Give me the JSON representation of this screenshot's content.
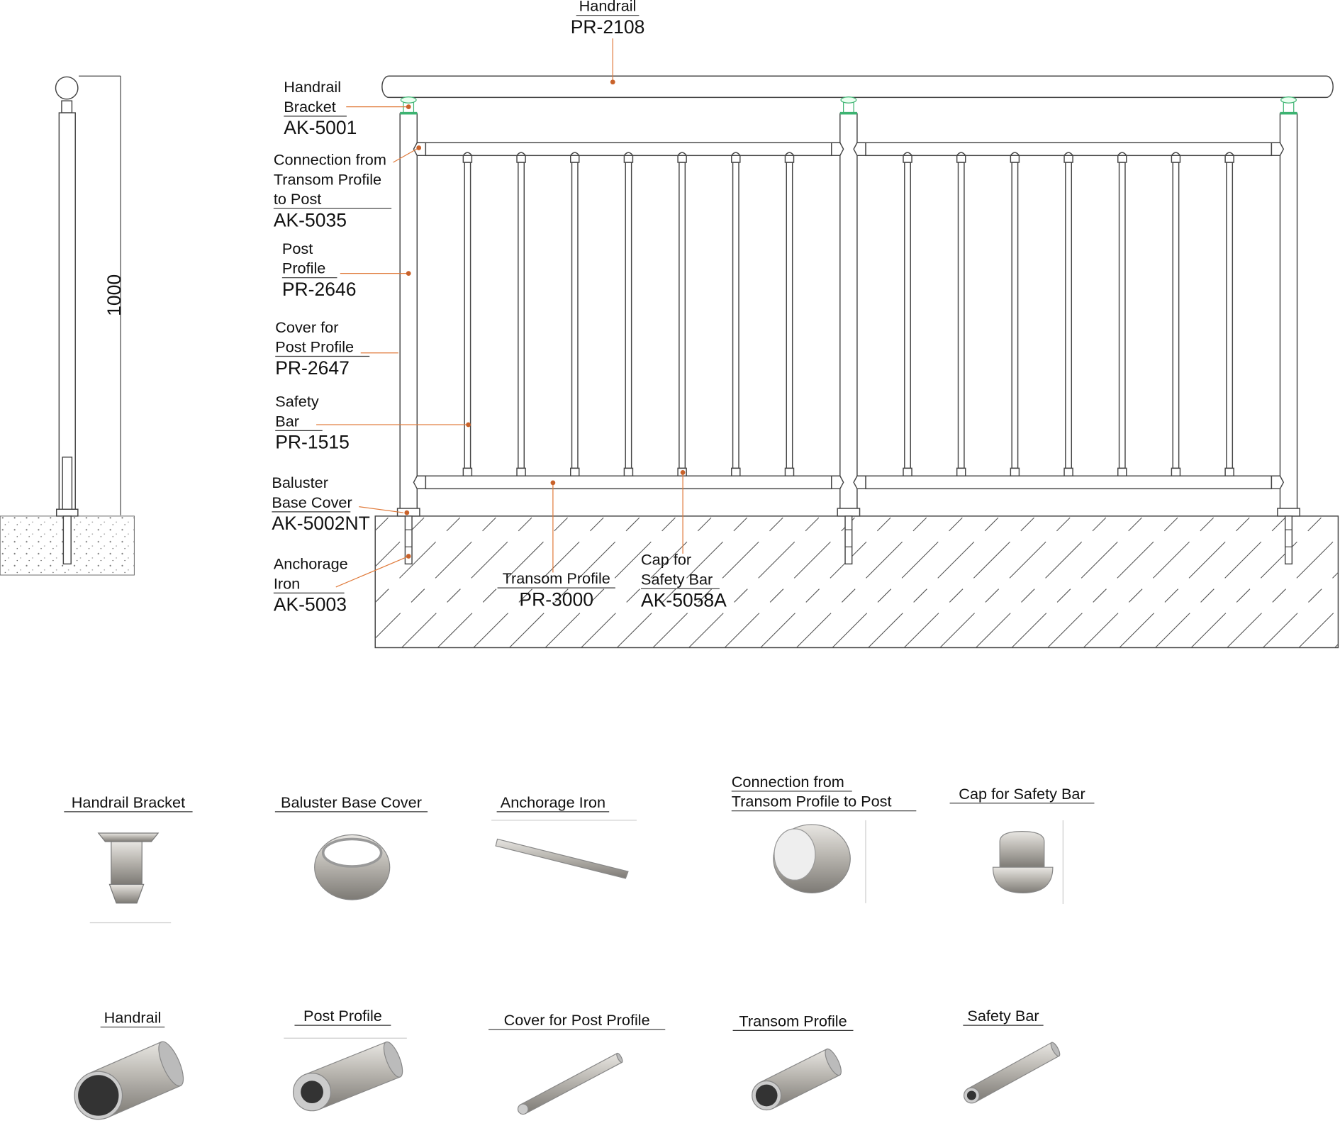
{
  "callouts": {
    "handrail": {
      "name": [
        "Handrail"
      ],
      "code": "PR-2108"
    },
    "bracket": {
      "name": [
        "Handrail",
        "Bracket"
      ],
      "code": "AK-5001"
    },
    "connection": {
      "name": [
        "Connection from",
        "Transom Profile",
        "to Post"
      ],
      "code": "AK-5035"
    },
    "post": {
      "name": [
        "Post",
        "Profile"
      ],
      "code": "PR-2646"
    },
    "cover": {
      "name": [
        "Cover for",
        "Post Profile"
      ],
      "code": "PR-2647"
    },
    "safety": {
      "name": [
        "Safety",
        "Bar"
      ],
      "code": "PR-1515"
    },
    "base": {
      "name": [
        "Baluster",
        "Base Cover"
      ],
      "code": "AK-5002NT"
    },
    "anchor": {
      "name": [
        "Anchorage",
        "Iron"
      ],
      "code": "AK-5003"
    },
    "transom": {
      "name": [
        "Transom Profile"
      ],
      "code": "PR-3000"
    },
    "cap": {
      "name": [
        "Cap for",
        "Safety Bar"
      ],
      "code": "AK-5058A"
    }
  },
  "side_view": {
    "dimension": "1000"
  },
  "gallery": {
    "row1": [
      "Handrail Bracket",
      "Baluster Base Cover",
      "Anchorage Iron",
      "Connection from|Transom Profile to Post",
      "Cap for Safety Bar"
    ],
    "row2": [
      "Handrail",
      "Post Profile",
      "Cover for Post Profile",
      "Transom Profile",
      "Safety Bar"
    ]
  },
  "colors": {
    "leader": "#e07a3a",
    "bracket": "#3cb371",
    "line": "#444444"
  }
}
